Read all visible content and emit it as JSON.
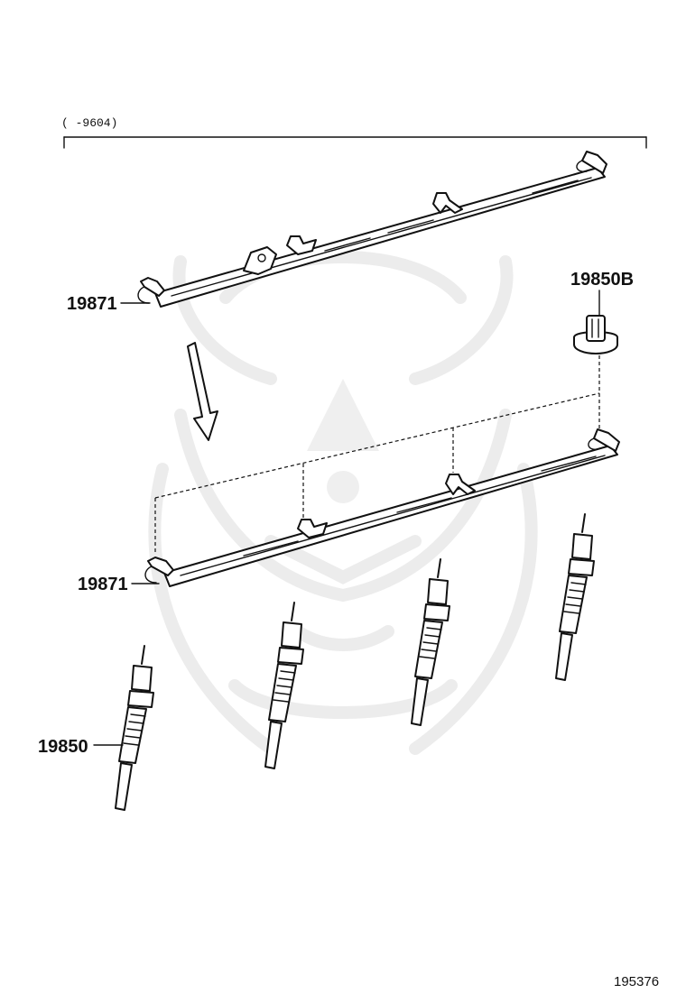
{
  "header": {
    "range_label": "(      -9604)"
  },
  "parts": {
    "bar_top": "19871",
    "bar_bottom": "19871",
    "connector": "19850B",
    "glow_plug": "19850"
  },
  "footer": {
    "illustration_number": "195376"
  },
  "icons": {
    "watermark": "samurai-helmet-watermark-icon",
    "arrow": "down-arrow-icon"
  }
}
